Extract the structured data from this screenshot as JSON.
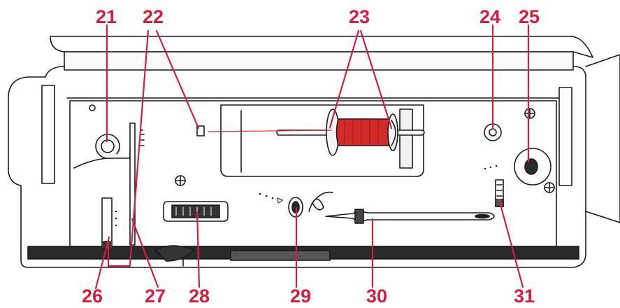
{
  "colors": {
    "callout": "#d1203f",
    "body_outline": "#1a1a1a",
    "spool_thread": "#d32a2a"
  },
  "callouts": {
    "c21": "21",
    "c22": "22",
    "c23": "23",
    "c24": "24",
    "c25": "25",
    "c26": "26",
    "c27": "27",
    "c28": "28",
    "c29": "29",
    "c30": "30",
    "c31": "31"
  }
}
